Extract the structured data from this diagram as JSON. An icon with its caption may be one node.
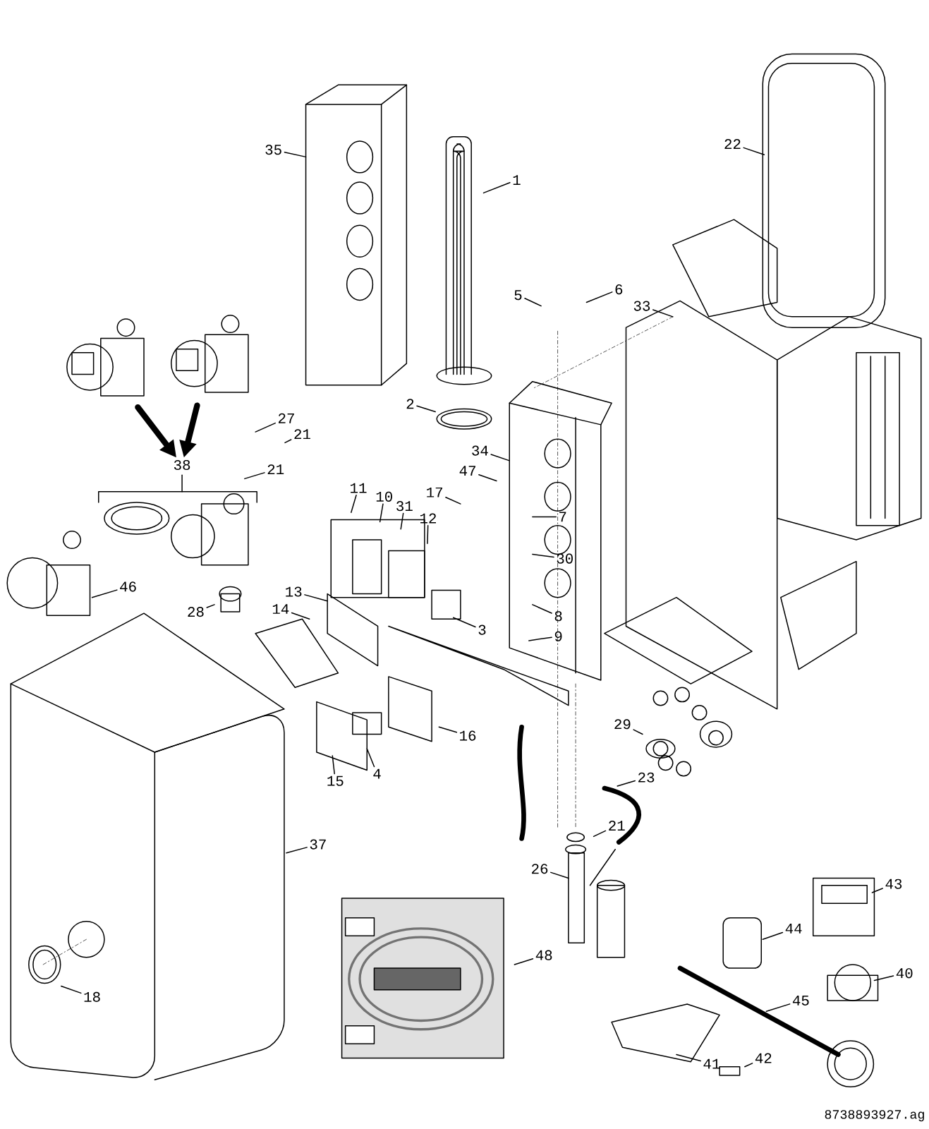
{
  "diagram": {
    "nodes": [
      {
        "text": [
          "22"
        ]
      },
      {
        "text": [
          "35"
        ]
      },
      {
        "text": [
          "1"
        ]
      },
      {
        "text": [
          "6"
        ]
      },
      {
        "text": [
          "5"
        ]
      },
      {
        "text": [
          "33"
        ]
      },
      {
        "text": [],
        "shape": "picture"
      },
      {
        "text": [],
        "shape": "picture"
      },
      {
        "text": [
          "2"
        ]
      },
      {
        "text": [
          "27"
        ]
      },
      {
        "text": [
          "21"
        ]
      },
      {
        "text": [
          "34"
        ]
      },
      {
        "text": [
          "38"
        ]
      },
      {
        "text": [
          "21"
        ]
      },
      {
        "text": [
          "47"
        ]
      },
      {
        "text": [
          "11"
        ]
      },
      {
        "text": [
          "17"
        ]
      },
      {
        "text": [
          "10"
        ]
      },
      {
        "text": [
          "31"
        ]
      },
      {
        "text": [
          "7"
        ]
      },
      {
        "text": [
          "12"
        ]
      },
      {
        "text": [
          "30"
        ]
      },
      {
        "text": [
          "46"
        ]
      },
      {
        "text": [
          "13"
        ]
      },
      {
        "text": [
          "14"
        ]
      },
      {
        "text": [
          "28"
        ]
      },
      {
        "text": [
          "8"
        ]
      },
      {
        "text": [
          "3"
        ]
      },
      {
        "text": [
          "9"
        ]
      },
      {
        "text": [
          "29"
        ]
      },
      {
        "text": [
          "16"
        ]
      },
      {
        "text": [
          "4"
        ]
      },
      {
        "text": [
          "23"
        ]
      },
      {
        "text": [
          "15"
        ]
      },
      {
        "text": [
          "21"
        ]
      },
      {
        "text": [
          "37"
        ]
      },
      {
        "text": [
          "26"
        ]
      },
      {
        "text": [
          "43"
        ]
      },
      {
        "text": [
          "44"
        ]
      },
      {
        "text": [
          "48"
        ]
      },
      {
        "text": [
          "40"
        ]
      },
      {
        "text": [
          "18"
        ]
      },
      {
        "text": [
          "45"
        ]
      },
      {
        "text": [
          "42"
        ]
      },
      {
        "text": [
          "41"
        ]
      }
    ],
    "edges": [
      {
        "from": 0,
        "to": null,
        "arrow": "none"
      },
      {
        "from": 1,
        "to": null,
        "arrow": "none"
      },
      {
        "from": 2,
        "to": null,
        "arrow": "none"
      },
      {
        "from": 3,
        "to": null,
        "arrow": "none"
      },
      {
        "from": 4,
        "to": null,
        "arrow": "none"
      },
      {
        "from": 5,
        "to": null,
        "arrow": "none"
      },
      {
        "from": 6,
        "to": 12,
        "arrow": "to",
        "style": "thick"
      },
      {
        "from": 7,
        "to": 12,
        "arrow": "to",
        "style": "thick"
      },
      {
        "from": 8,
        "to": null,
        "arrow": "none"
      },
      {
        "from": 9,
        "to": null,
        "arrow": "none"
      },
      {
        "from": 10,
        "to": null,
        "arrow": "none"
      },
      {
        "from": 11,
        "to": null,
        "arrow": "none"
      },
      {
        "from": 13,
        "to": null,
        "arrow": "none"
      },
      {
        "from": 14,
        "to": null,
        "arrow": "none"
      },
      {
        "from": 15,
        "to": null,
        "arrow": "none"
      },
      {
        "from": 16,
        "to": null,
        "arrow": "none"
      },
      {
        "from": 17,
        "to": null,
        "arrow": "none"
      },
      {
        "from": 18,
        "to": null,
        "arrow": "none"
      },
      {
        "from": 19,
        "to": null,
        "arrow": "none"
      },
      {
        "from": 20,
        "to": null,
        "arrow": "none"
      },
      {
        "from": 21,
        "to": null,
        "arrow": "none"
      },
      {
        "from": 22,
        "to": null,
        "arrow": "none"
      },
      {
        "from": 23,
        "to": null,
        "arrow": "none"
      },
      {
        "from": 24,
        "to": null,
        "arrow": "none"
      },
      {
        "from": 25,
        "to": null,
        "arrow": "none"
      },
      {
        "from": 26,
        "to": null,
        "arrow": "none"
      },
      {
        "from": 27,
        "to": null,
        "arrow": "none"
      },
      {
        "from": 28,
        "to": null,
        "arrow": "none"
      },
      {
        "from": 29,
        "to": null,
        "arrow": "none"
      },
      {
        "from": 30,
        "to": null,
        "arrow": "none"
      },
      {
        "from": 31,
        "to": null,
        "arrow": "none"
      },
      {
        "from": 32,
        "to": null,
        "arrow": "none"
      },
      {
        "from": 33,
        "to": null,
        "arrow": "none"
      },
      {
        "from": 34,
        "to": null,
        "arrow": "none"
      },
      {
        "from": 35,
        "to": null,
        "arrow": "none"
      },
      {
        "from": 36,
        "to": null,
        "arrow": "none"
      },
      {
        "from": 37,
        "to": null,
        "arrow": "none"
      },
      {
        "from": 38,
        "to": null,
        "arrow": "none"
      },
      {
        "from": 39,
        "to": null,
        "arrow": "none"
      },
      {
        "from": 40,
        "to": null,
        "arrow": "none"
      },
      {
        "from": 41,
        "to": null,
        "arrow": "none"
      },
      {
        "from": 42,
        "to": null,
        "arrow": "none"
      },
      {
        "from": 43,
        "to": null,
        "arrow": "none"
      },
      {
        "from": 44,
        "to": null,
        "arrow": "none"
      }
    ],
    "labels": [
      "8738893927.ag"
    ]
  }
}
